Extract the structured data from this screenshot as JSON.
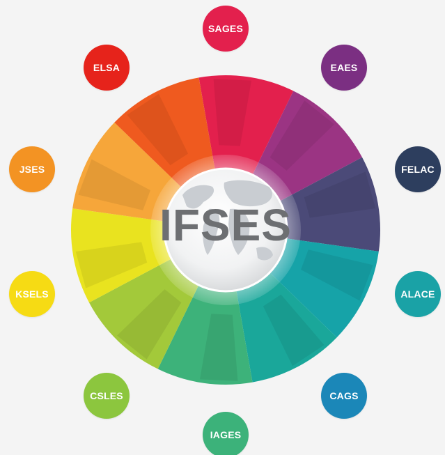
{
  "center": {
    "title": "IFSES"
  },
  "organizations": [
    {
      "label": "SAGES",
      "color": "#e3204d",
      "icon": "circle"
    },
    {
      "label": "EAES",
      "color": "#7b2f82",
      "icon": "circle"
    },
    {
      "label": "FELAC",
      "color": "#2d3e5e",
      "icon": "circle"
    },
    {
      "label": "ALACE",
      "color": "#1aa2a6",
      "icon": "circle"
    },
    {
      "label": "CAGS",
      "color": "#1b87b8",
      "icon": "circle"
    },
    {
      "label": "IAGES",
      "color": "#3cb27a",
      "icon": "circle"
    },
    {
      "label": "CSLES",
      "color": "#8cc63e",
      "icon": "circle"
    },
    {
      "label": "KSELS",
      "color": "#f6db14",
      "icon": "circle"
    },
    {
      "label": "JSES",
      "color": "#f39323",
      "icon": "circle"
    },
    {
      "label": "ELSA",
      "color": "#e6231b",
      "icon": "circle"
    }
  ],
  "wheel_colors": [
    "#e3204d",
    "#9b3483",
    "#4b4a78",
    "#16a3a8",
    "#1aa79a",
    "#3db27a",
    "#a3c93a",
    "#e9e31f",
    "#f6a63a",
    "#ef5a1f"
  ]
}
